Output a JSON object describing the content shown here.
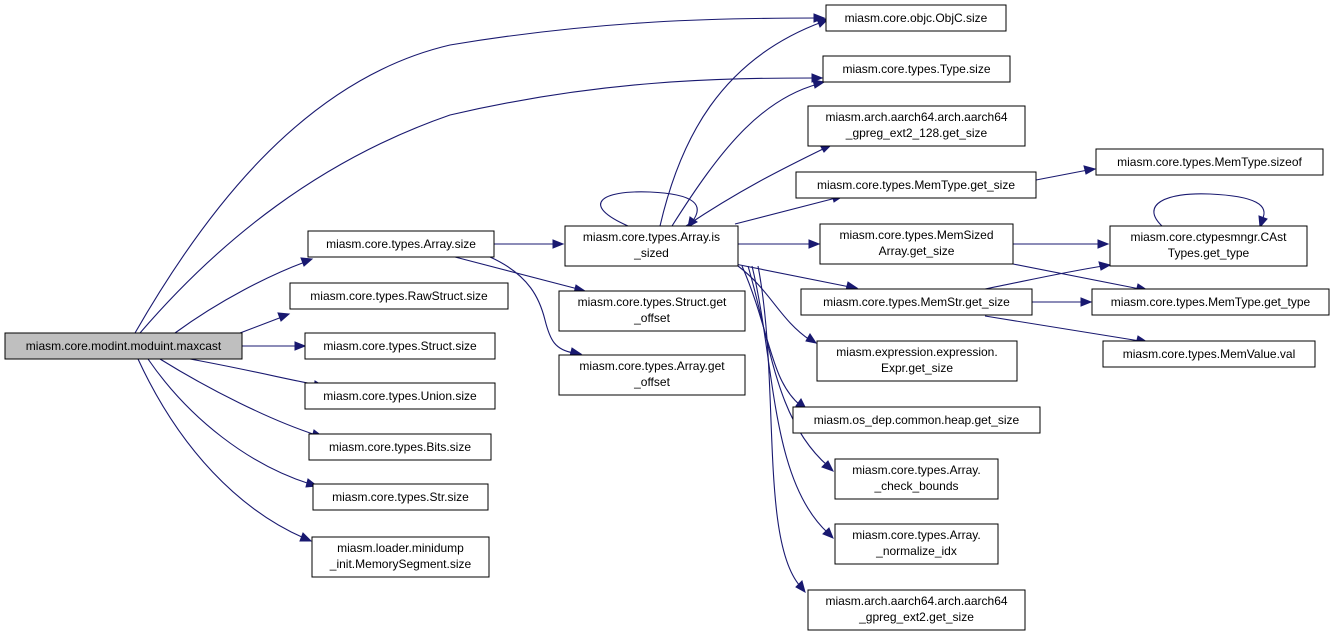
{
  "graph": {
    "nodes": [
      {
        "id": "maxcast",
        "lines": [
          "miasm.core.modint.moduint.maxcast"
        ],
        "root": true
      },
      {
        "id": "array_size",
        "lines": [
          "miasm.core.types.Array.size"
        ]
      },
      {
        "id": "rawstruct_size",
        "lines": [
          "miasm.core.types.RawStruct.size"
        ]
      },
      {
        "id": "struct_size",
        "lines": [
          "miasm.core.types.Struct.size"
        ]
      },
      {
        "id": "union_size",
        "lines": [
          "miasm.core.types.Union.size"
        ]
      },
      {
        "id": "bits_size",
        "lines": [
          "miasm.core.types.Bits.size"
        ]
      },
      {
        "id": "str_size",
        "lines": [
          "miasm.core.types.Str.size"
        ]
      },
      {
        "id": "memseg_size",
        "lines": [
          "miasm.loader.minidump",
          "_init.MemorySegment.size"
        ]
      },
      {
        "id": "array_is_sized",
        "lines": [
          "miasm.core.types.Array.is",
          "_sized"
        ]
      },
      {
        "id": "struct_get_offset",
        "lines": [
          "miasm.core.types.Struct.get",
          "_offset"
        ]
      },
      {
        "id": "array_get_offset",
        "lines": [
          "miasm.core.types.Array.get",
          "_offset"
        ]
      },
      {
        "id": "objc_size",
        "lines": [
          "miasm.core.objc.ObjC.size"
        ]
      },
      {
        "id": "type_size",
        "lines": [
          "miasm.core.types.Type.size"
        ]
      },
      {
        "id": "gpreg128_get_size",
        "lines": [
          "miasm.arch.aarch64.arch.aarch64",
          "_gpreg_ext2_128.get_size"
        ]
      },
      {
        "id": "memtype_get_size",
        "lines": [
          "miasm.core.types.MemType.get_size"
        ]
      },
      {
        "id": "memsized_get_size",
        "lines": [
          "miasm.core.types.MemSized",
          "Array.get_size"
        ]
      },
      {
        "id": "memstr_get_size",
        "lines": [
          "miasm.core.types.MemStr.get_size"
        ]
      },
      {
        "id": "expr_get_size",
        "lines": [
          "miasm.expression.expression.",
          "Expr.get_size"
        ]
      },
      {
        "id": "heap_get_size",
        "lines": [
          "miasm.os_dep.common.heap.get_size"
        ]
      },
      {
        "id": "check_bounds",
        "lines": [
          "miasm.core.types.Array.",
          "_check_bounds"
        ]
      },
      {
        "id": "normalize_idx",
        "lines": [
          "miasm.core.types.Array.",
          "_normalize_idx"
        ]
      },
      {
        "id": "gpreg_get_size",
        "lines": [
          "miasm.arch.aarch64.arch.aarch64",
          "_gpreg_ext2.get_size"
        ]
      },
      {
        "id": "memtype_sizeof",
        "lines": [
          "miasm.core.types.MemType.sizeof"
        ]
      },
      {
        "id": "castypes_get_type",
        "lines": [
          "miasm.core.ctypesmngr.CAst",
          "Types.get_type"
        ]
      },
      {
        "id": "memtype_get_type",
        "lines": [
          "miasm.core.types.MemType.get_type"
        ]
      },
      {
        "id": "memvalue_val",
        "lines": [
          "miasm.core.types.MemValue.val"
        ]
      }
    ],
    "edge_color": "#191970"
  }
}
